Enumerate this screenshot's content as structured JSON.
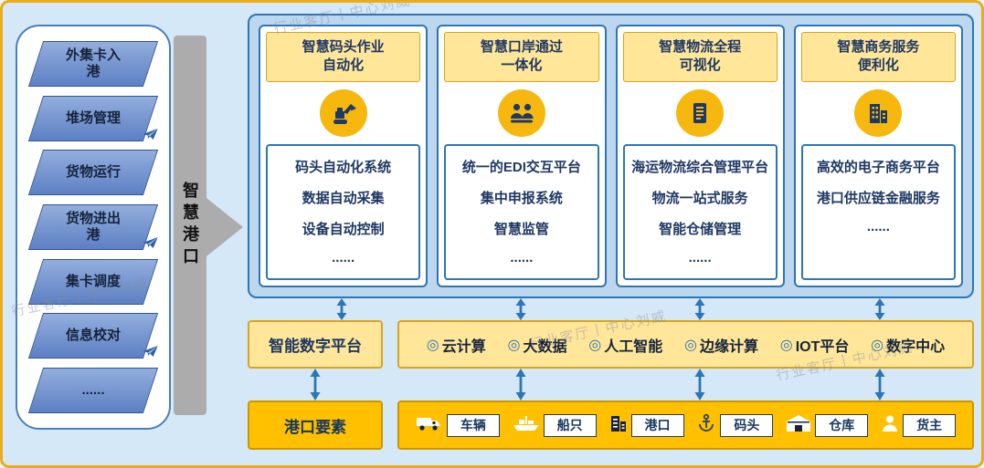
{
  "watermark": {
    "text": "行业客厅丨中心刘威"
  },
  "brace": {
    "label": "智慧港口"
  },
  "left_panel": {
    "items": [
      {
        "label": "外集卡入港"
      },
      {
        "label": "堆场管理"
      },
      {
        "label": "货物运行"
      },
      {
        "label": "货物进出港"
      },
      {
        "label": "集卡调度"
      },
      {
        "label": "信息校对"
      },
      {
        "label": "......"
      }
    ]
  },
  "columns": [
    {
      "title_top": "智慧码头作业",
      "title_bottom": "自动化",
      "icon": "excavator-icon",
      "items": [
        "码头自动化系统",
        "数据自动采集",
        "设备自动控制",
        "......"
      ]
    },
    {
      "title_top": "智慧口岸通过",
      "title_bottom": "一体化",
      "icon": "customs-people-icon",
      "items": [
        "统一的EDI交互平台",
        "集中申报系统",
        "智慧监管",
        "......"
      ]
    },
    {
      "title_top": "智慧物流全程",
      "title_bottom": "可视化",
      "icon": "document-icon",
      "items": [
        "海运物流综合管理平台",
        "物流一站式服务",
        "智能仓储管理",
        "......"
      ]
    },
    {
      "title_top": "智慧商务服务",
      "title_bottom": "便利化",
      "icon": "building-icon",
      "items": [
        "高效的电子商务平台",
        "港口供应链金融服务",
        "......"
      ]
    }
  ],
  "middle_row": {
    "platform_label": "智能数字平台",
    "bullet_char": "◎",
    "tech_items": [
      "云计算",
      "大数据",
      "人工智能",
      "边缘计算",
      "IOT平台",
      "数字中心"
    ]
  },
  "bottom_row": {
    "label": "港口要素",
    "elements": [
      {
        "icon": "truck-icon",
        "label": "车辆"
      },
      {
        "icon": "ship-icon",
        "label": "船只"
      },
      {
        "icon": "port-building-icon",
        "label": "港口"
      },
      {
        "icon": "anchor-icon",
        "label": "码头"
      },
      {
        "icon": "warehouse-icon",
        "label": "仓库"
      },
      {
        "icon": "person-icon",
        "label": "货主"
      }
    ]
  },
  "colors": {
    "accent_blue": "#2E75B6",
    "panel_blue": "#BDD7EE",
    "light_yellow": "#FFE699",
    "gold": "#FFC000",
    "border_gold": "#D9A41F",
    "navy_text": "#1F3864",
    "background": "#D5E8F8",
    "outer_border": "#ECAC19",
    "gray_brace": "#ACACAC"
  }
}
